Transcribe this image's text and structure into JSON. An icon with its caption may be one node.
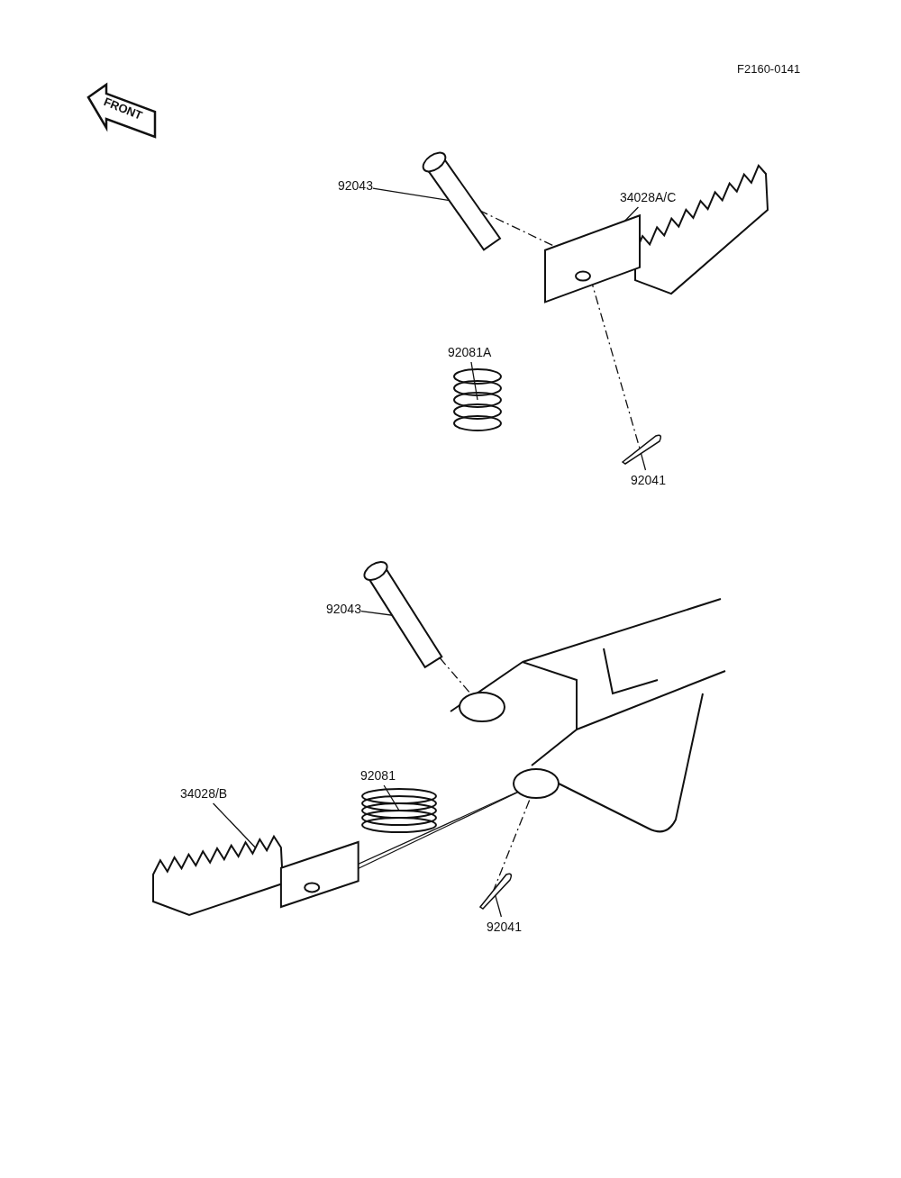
{
  "diagram": {
    "nodes": [
      {
        "text": [
          "92043"
        ]
      },
      {
        "text": [],
        "shape": "picture"
      },
      {
        "text": [
          "34028A/C"
        ]
      },
      {
        "text": [],
        "shape": "picture"
      },
      {
        "text": [
          "92081A"
        ]
      },
      {
        "text": [],
        "shape": "picture"
      },
      {
        "text": [
          "92041"
        ]
      },
      {
        "text": [],
        "shape": "picture"
      },
      {
        "text": [
          "92043"
        ]
      },
      {
        "text": [],
        "shape": "picture"
      },
      {
        "text": [],
        "shape": "picture"
      },
      {
        "text": [
          "92081"
        ]
      },
      {
        "text": [],
        "shape": "picture"
      },
      {
        "text": [
          "34028/B"
        ]
      },
      {
        "text": [],
        "shape": "picture"
      },
      {
        "text": [
          "92041"
        ]
      },
      {
        "text": [],
        "shape": "picture"
      }
    ],
    "edges": [
      {
        "from": 0,
        "to": 1,
        "arrow": "none"
      },
      {
        "from": 2,
        "to": 3,
        "arrow": "none"
      },
      {
        "from": 4,
        "to": 5,
        "arrow": "none"
      },
      {
        "from": 6,
        "to": 7,
        "arrow": "none"
      },
      {
        "from": 1,
        "to": 3,
        "arrow": "none",
        "style": "dashed"
      },
      {
        "from": 3,
        "to": 7,
        "arrow": "none",
        "style": "dashed"
      },
      {
        "from": 8,
        "to": 9,
        "arrow": "none"
      },
      {
        "from": 11,
        "to": 12,
        "arrow": "none"
      },
      {
        "from": 13,
        "to": 14,
        "arrow": "none"
      },
      {
        "from": 15,
        "to": 16,
        "arrow": "none"
      },
      {
        "from": 9,
        "to": 10,
        "arrow": "none",
        "style": "dashed"
      },
      {
        "from": 10,
        "to": 16,
        "arrow": "none",
        "style": "dashed"
      },
      {
        "from": 14,
        "to": 10,
        "arrow": "none"
      },
      {
        "from": 14,
        "to": 10,
        "arrow": "none"
      }
    ],
    "labels": [
      "F2160-0141",
      "FRONT"
    ]
  }
}
